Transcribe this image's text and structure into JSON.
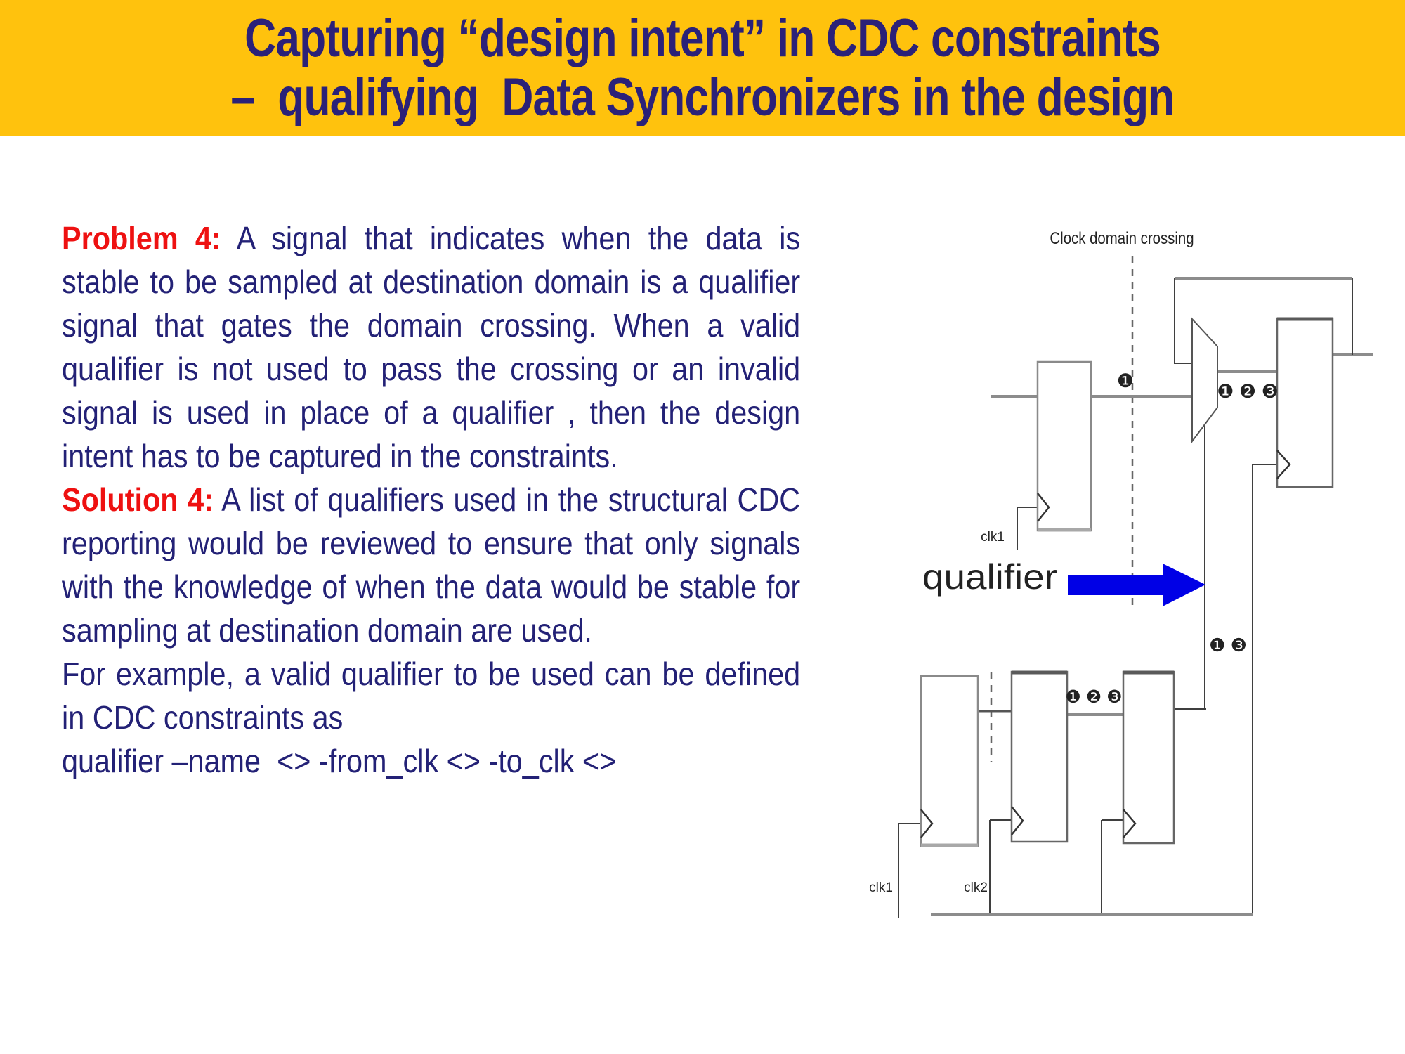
{
  "header": {
    "title_line1": "Capturing “design intent” in CDC constraints",
    "title_line2": "–  qualifying  Data Synchronizers in the design",
    "bg_color": "#FFC20D",
    "text_color": "#2B2178"
  },
  "body": {
    "problem_label": "Problem 4:",
    "problem_text": "A signal that indicates when the data is stable to be sampled at destination domain is a qualifier signal that gates the domain crossing. When a valid qualifier is not used to pass the crossing or an invalid signal is used in place of a qualifier , then the design intent has to be captured in the constraints.",
    "solution_label": "Solution 4:",
    "solution_text": "A list of qualifiers used in the structural CDC reporting would be reviewed to ensure that only signals with the knowledge of when the data would be stable for sampling at destination domain are used.",
    "example_text": "For example, a valid qualifier to be used can be defined in CDC constraints as",
    "command_text": "qualifier –name  <> -from_clk <> -to_clk <>",
    "label_color": "#EE1111",
    "text_color": "#232176"
  },
  "diagram": {
    "crossing_label": "Clock domain crossing",
    "qualifier_label": "qualifier",
    "clk1_top_label": "clk1",
    "clk1_bottom_label": "clk1",
    "clk2_bottom_label": "clk2",
    "marker_source": "❶",
    "markers_mux_out": "❶ ❷ ❸",
    "markers_sync_chain": "❶ ❷ ❸",
    "markers_qualifier_net": "❶ ❸",
    "arrow_color": "#0000E6"
  }
}
